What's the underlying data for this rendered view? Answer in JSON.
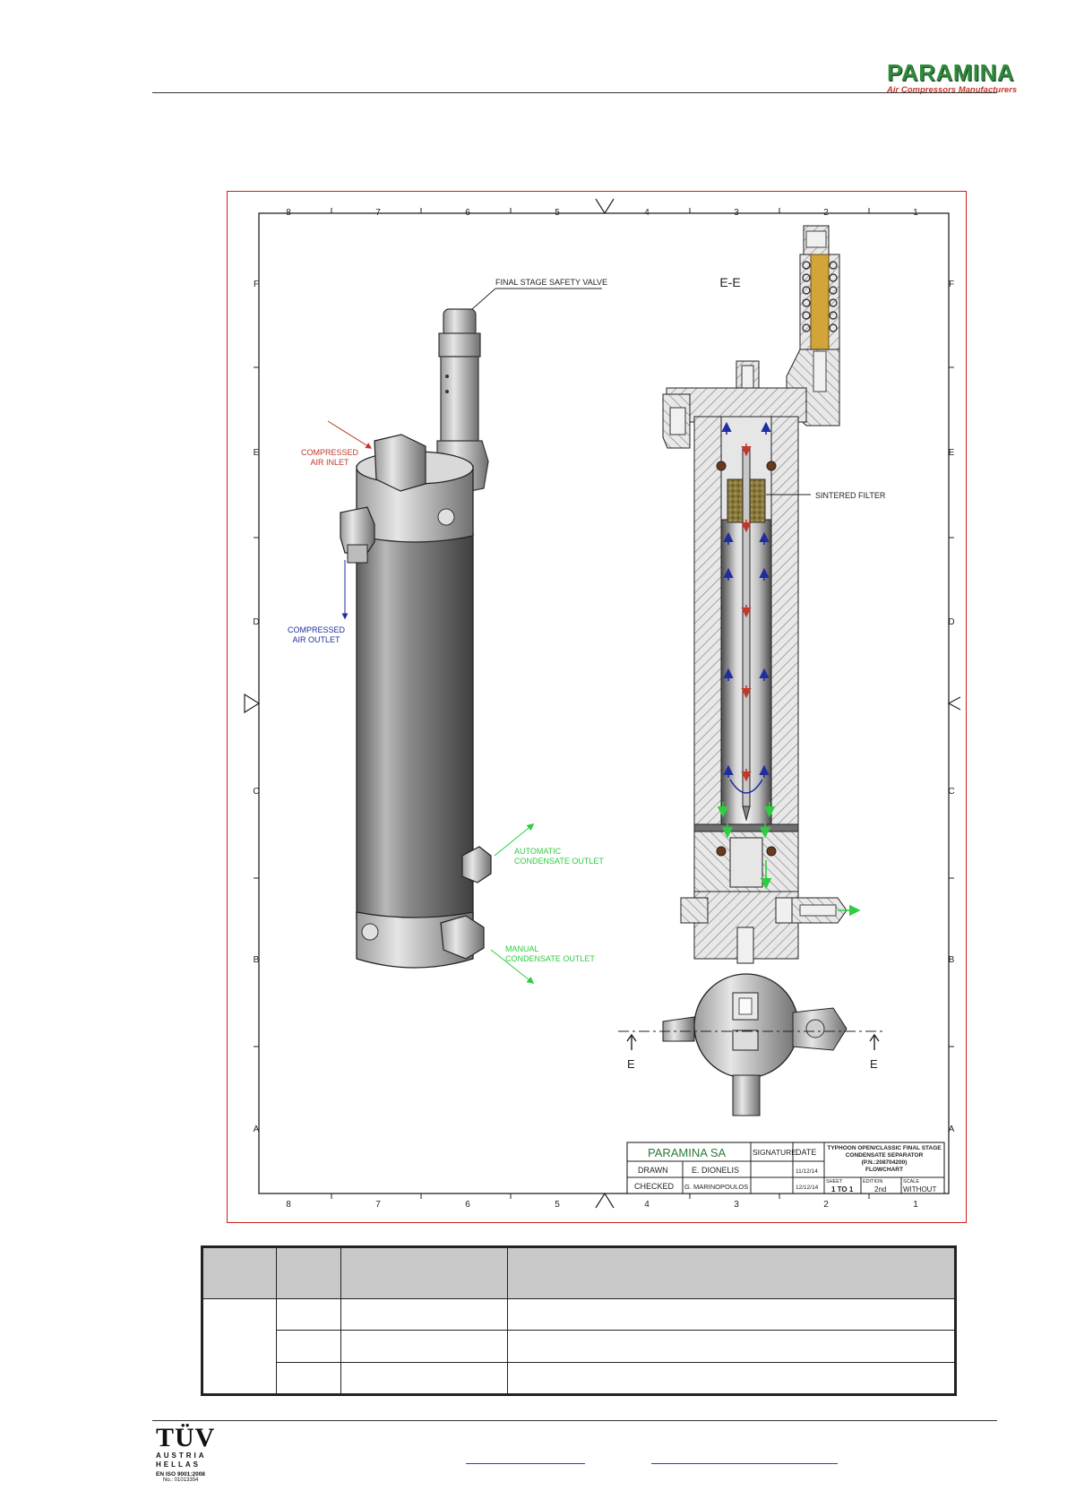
{
  "header": {
    "logo_word": "PARAMINA",
    "logo_tagline": "Air Compressors Manufacturers"
  },
  "drawing": {
    "section_title": "E-E",
    "callouts": {
      "safety_valve": "FINAL STAGE SAFETY VALVE",
      "inlet_1": "COMPRESSED",
      "inlet_2": "AIR INLET",
      "outlet_1": "COMPRESSED",
      "outlet_2": "AIR OUTLET",
      "auto_1": "AUTOMATIC",
      "auto_2": "CONDENSATE OUTLET",
      "manual_1": "MANUAL",
      "manual_2": "CONDENSATE OUTLET",
      "filter": "SINTERED FILTER"
    },
    "section_marker": "E",
    "column_labels": [
      "8",
      "7",
      "6",
      "5",
      "4",
      "3",
      "2",
      "1"
    ],
    "row_labels": [
      "F",
      "E",
      "D",
      "C",
      "B",
      "A"
    ],
    "title_block": {
      "company": "PARAMINA SA",
      "signature_header": "SIGNATURE",
      "date_header": "DATE",
      "title_1": "TYPHOON OPEN/CLASSIC FINAL STAGE",
      "title_2": "CONDENSATE SEPARATOR",
      "title_3": "(P.N.:208704200)",
      "title_4": "FLOWCHART",
      "drawn_label": "DRAWN",
      "drawn_by": "E. DIONELIS",
      "drawn_date": "11/12/14",
      "checked_label": "CHECKED",
      "checked_by": "G. MARINOPOULOS",
      "checked_date": "12/12/14",
      "sheet_label": "SHEET",
      "sheet_value": "1 TO 1",
      "edition_label": "EDITION",
      "edition_value": "2nd",
      "scale_label": "SCALE",
      "scale_value": "WITHOUT"
    }
  },
  "footer": {
    "cert_word": "TÜV",
    "cert_sub_1": "AUSTRIA",
    "cert_sub_2": "HELLAS",
    "cert_iso": "EN ISO 9001:2008",
    "cert_no": "No.: 01013354"
  },
  "colors": {
    "frame_red": "#d01c1c",
    "inlet_red": "#c0392b",
    "outlet_blue": "#1f2e9e",
    "condensate_green": "#2ecc40",
    "logo_green": "#2f8a3a"
  }
}
